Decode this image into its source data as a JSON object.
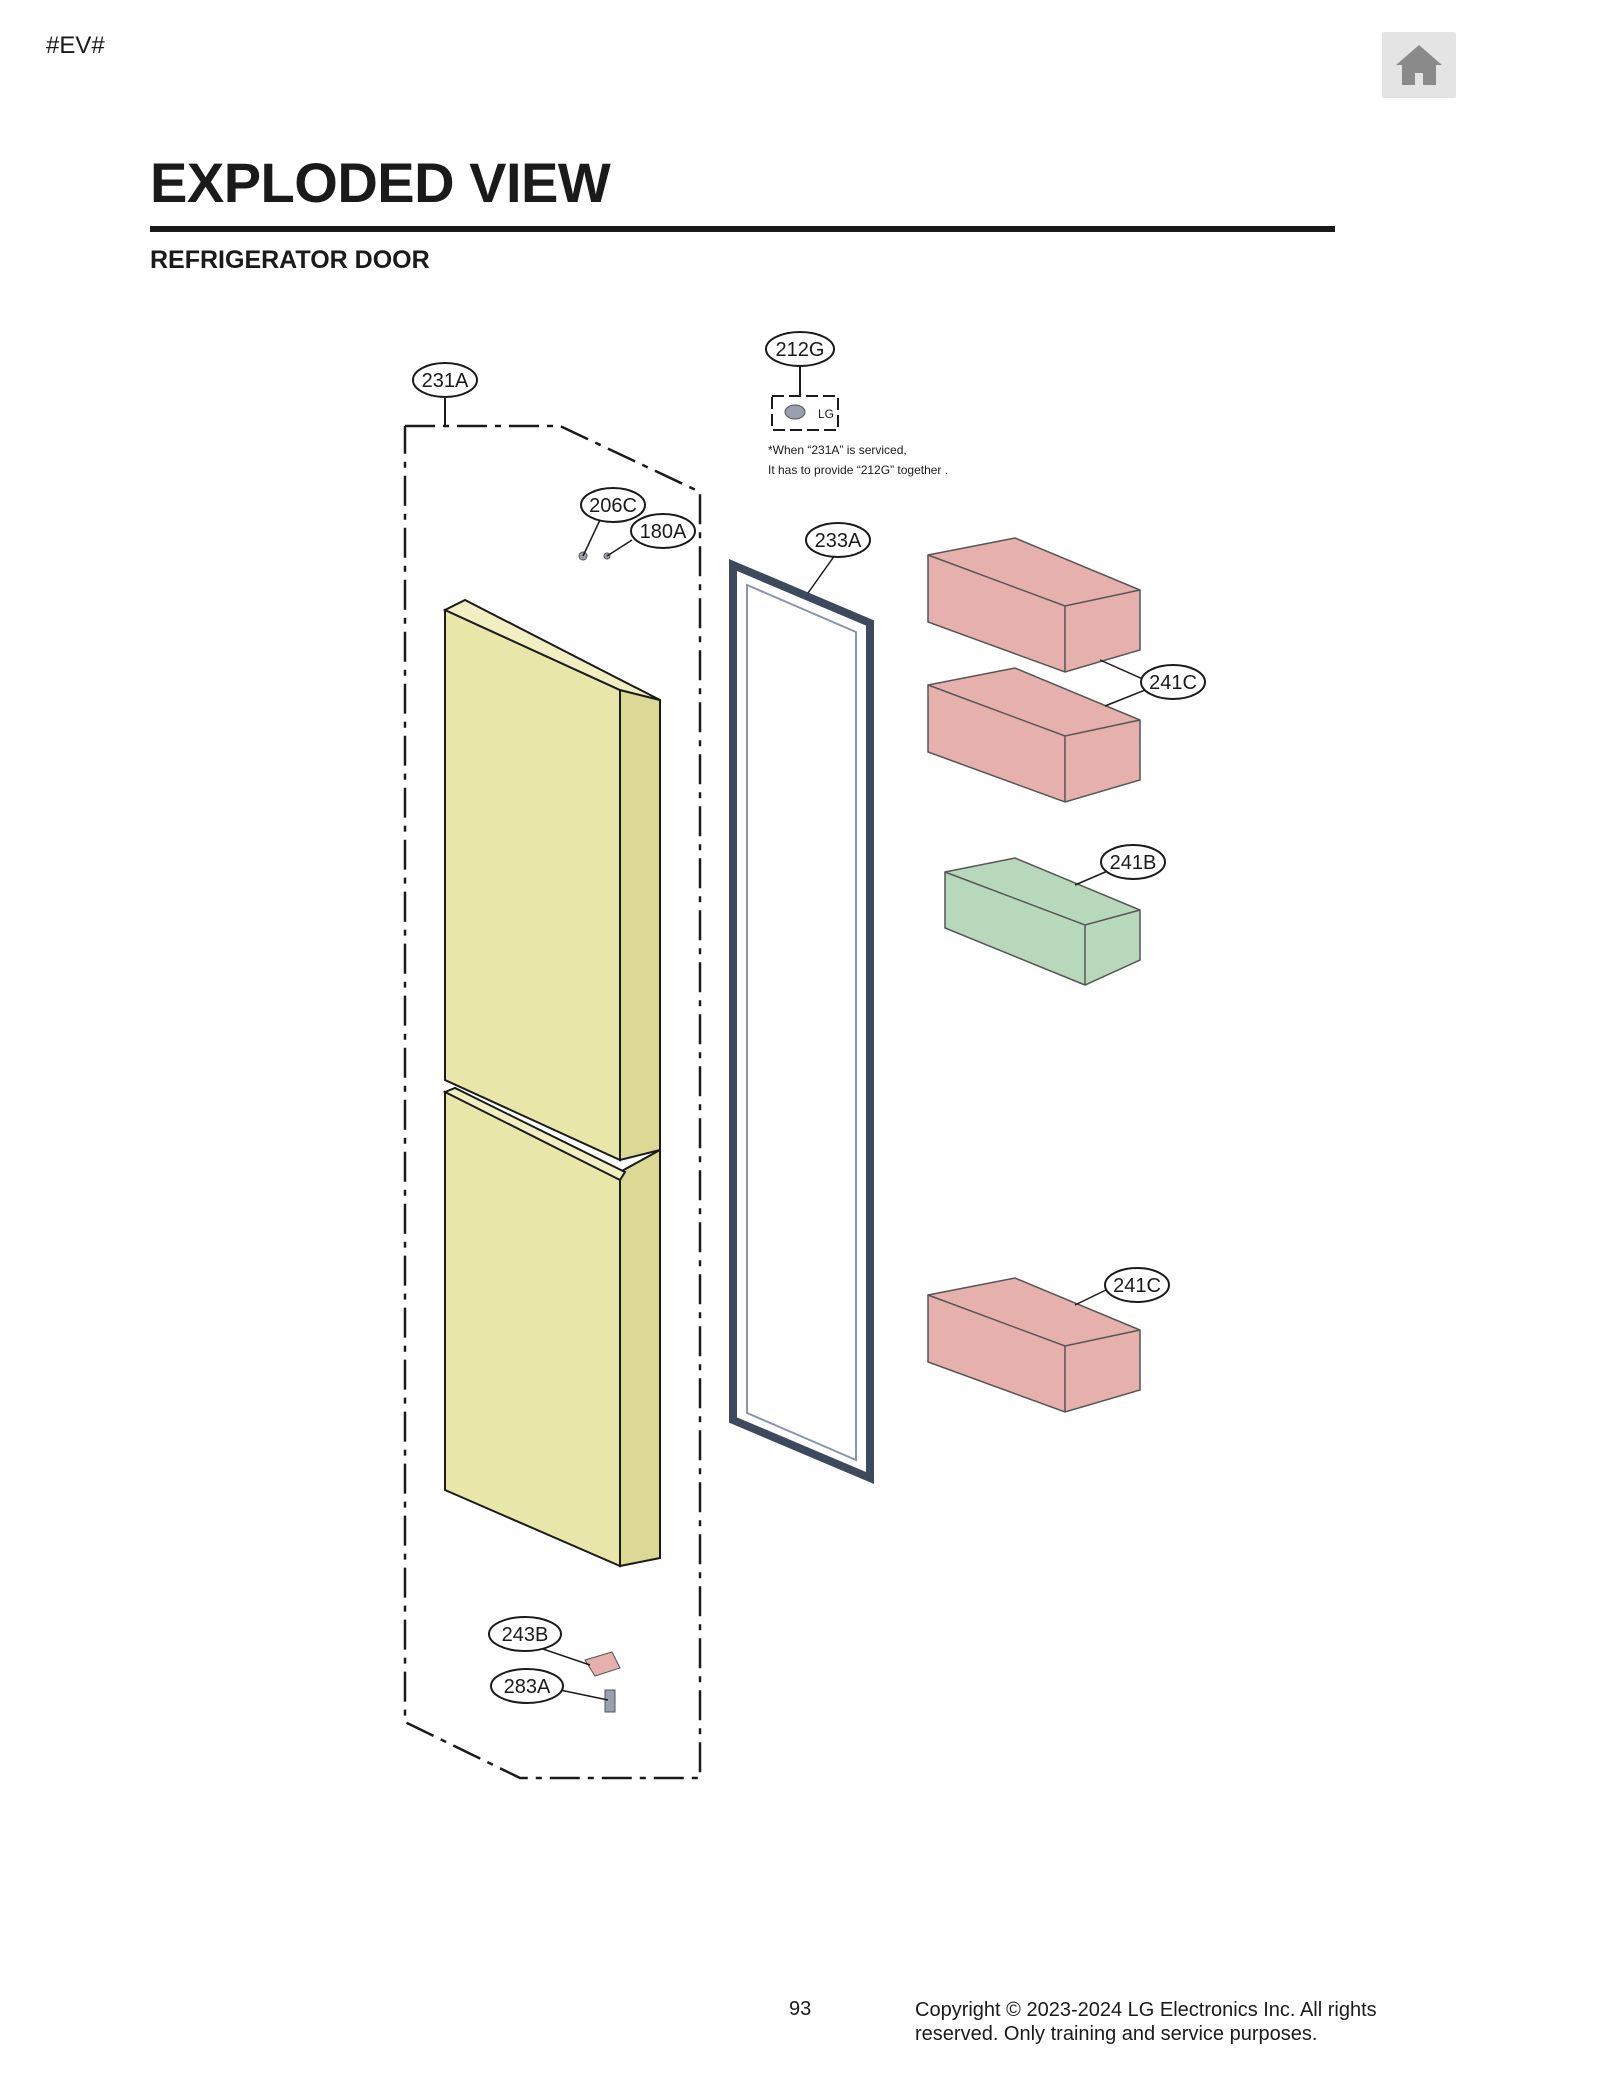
{
  "header": {
    "tag": "#EV#",
    "home_icon": "home-icon",
    "title": "EXPLODED VIEW",
    "subtitle": "REFRIGERATOR DOOR"
  },
  "diagram": {
    "callouts": {
      "c231A": "231A",
      "c212G": "212G",
      "c206C": "206C",
      "c180A": "180A",
      "c233A": "233A",
      "c241C_top": "241C",
      "c241B": "241B",
      "c241C_bottom": "241C",
      "c243B": "243B",
      "c283A": "283A"
    },
    "note_line1": "*When “231A” is serviced,",
    "note_line2": "It has to provide “212G” together .",
    "emblem_text": "LG",
    "colors": {
      "door": "#e8e6a8",
      "bin_red": "#e6b1ad",
      "bin_green": "#b8d8bb",
      "gasket": "#3d4a5e"
    }
  },
  "footer": {
    "page_number": "93",
    "copyright_line1": "Copyright © 2023-2024 LG Electronics Inc. All rights",
    "copyright_line2": "reserved. Only training and service purposes."
  }
}
